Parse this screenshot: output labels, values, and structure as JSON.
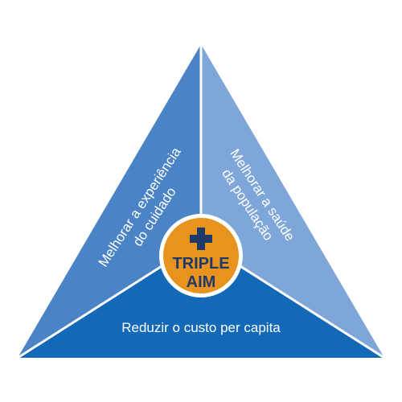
{
  "diagram": {
    "center": {
      "line1": "TRIPLE",
      "line2": "AIM",
      "icon": "plus-icon"
    },
    "left_panel": {
      "line1": "Melhorar a experiência",
      "line2": "do cuidado"
    },
    "right_panel": {
      "line1": "Melhorar a saúde",
      "line2": "da população"
    },
    "bottom_panel": {
      "label": "Reduzir o custo per capita"
    },
    "colors": {
      "left": "#4a84c6",
      "right": "#7ea6d8",
      "bottom": "#1468b8",
      "separator": "#ffffff",
      "center_fill": "#e8931e",
      "center_text": "#1f3a68"
    }
  }
}
